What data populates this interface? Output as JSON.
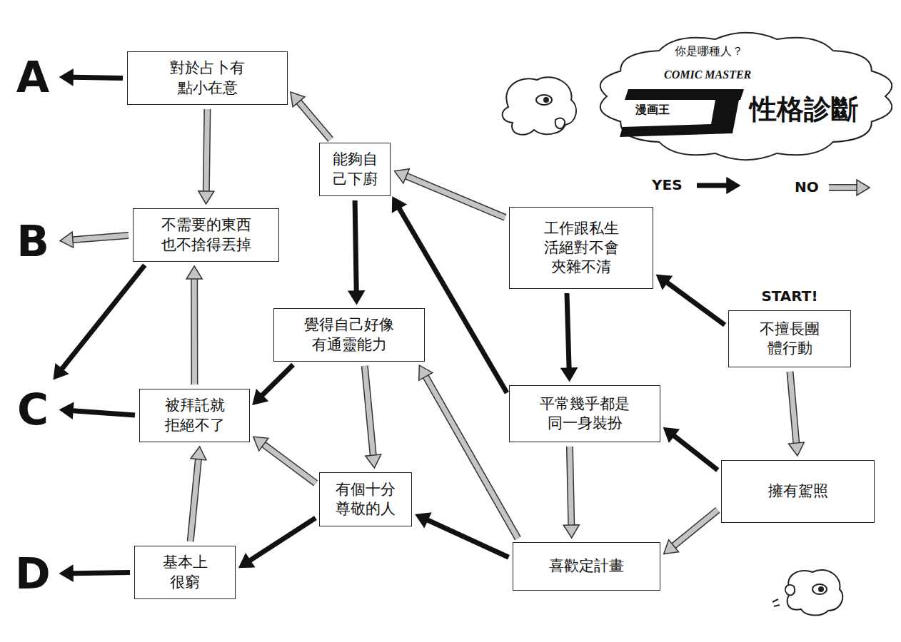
{
  "diagram": {
    "nodes": [
      {
        "text": [
          "你是哪種人？",
          "COMIC MASTER",
          "漫画王",
          "性格診斷"
        ]
      },
      {
        "text": [
          "A"
        ]
      },
      {
        "text": [
          "對於占卜有 點小在意"
        ]
      },
      {
        "text": [
          "B"
        ]
      },
      {
        "text": [
          "不需要的東西 也不捨得丟掉"
        ]
      },
      {
        "text": [
          "C"
        ]
      },
      {
        "text": [
          "被拜託就 拒絕不了"
        ]
      },
      {
        "text": [
          "D"
        ]
      },
      {
        "text": [
          "基本上 很窮"
        ]
      },
      {
        "text": [
          "能夠自 己下廚"
        ]
      },
      {
        "text": [
          "覺得自己好像 有通靈能力"
        ]
      },
      {
        "text": [
          "有個十分 尊敬的人"
        ]
      },
      {
        "text": [
          "工作跟私生 活絕對不會 夾雜不清"
        ]
      },
      {
        "text": [
          "START!",
          "不擅長團 體行動"
        ]
      },
      {
        "text": [
          "平常幾乎都是 同一身裝扮"
        ]
      },
      {
        "text": [
          "擁有駕照"
        ]
      },
      {
        "text": [
          "喜歡定計畫"
        ]
      }
    ],
    "edges": [
      {
        "from": 13,
        "to": 12,
        "arrow": "to"
      },
      {
        "from": 13,
        "to": 15,
        "arrow": "to"
      },
      {
        "from": 12,
        "to": 9,
        "arrow": "to"
      },
      {
        "from": 12,
        "to": 14,
        "arrow": "to"
      },
      {
        "from": 15,
        "to": 14,
        "arrow": "to"
      },
      {
        "from": 15,
        "to": 16,
        "arrow": "to"
      },
      {
        "from": 14,
        "to": 9,
        "arrow": "to"
      },
      {
        "from": 14,
        "to": 16,
        "arrow": "to"
      },
      {
        "from": 16,
        "to": 11,
        "arrow": "to"
      },
      {
        "from": 16,
        "to": 10,
        "arrow": "to"
      },
      {
        "from": 9,
        "to": 2,
        "arrow": "to"
      },
      {
        "from": 9,
        "to": 10,
        "arrow": "to"
      },
      {
        "from": 10,
        "to": 6,
        "arrow": "to"
      },
      {
        "from": 10,
        "to": 11,
        "arrow": "to"
      },
      {
        "from": 11,
        "to": 8,
        "arrow": "to"
      },
      {
        "from": 11,
        "to": 6,
        "arrow": "to"
      },
      {
        "from": 2,
        "to": 1,
        "arrow": "to"
      },
      {
        "from": 2,
        "to": 4,
        "arrow": "to"
      },
      {
        "from": 4,
        "to": 3,
        "arrow": "to"
      },
      {
        "from": 4,
        "to": 5,
        "arrow": "to"
      },
      {
        "from": 6,
        "to": 5,
        "arrow": "to"
      },
      {
        "from": 6,
        "to": 4,
        "arrow": "to"
      },
      {
        "from": 8,
        "to": 7,
        "arrow": "to"
      },
      {
        "from": 8,
        "to": 6,
        "arrow": "to"
      }
    ],
    "legend": [
      {
        "text": "YES"
      },
      {
        "text": "NO"
      }
    ]
  }
}
